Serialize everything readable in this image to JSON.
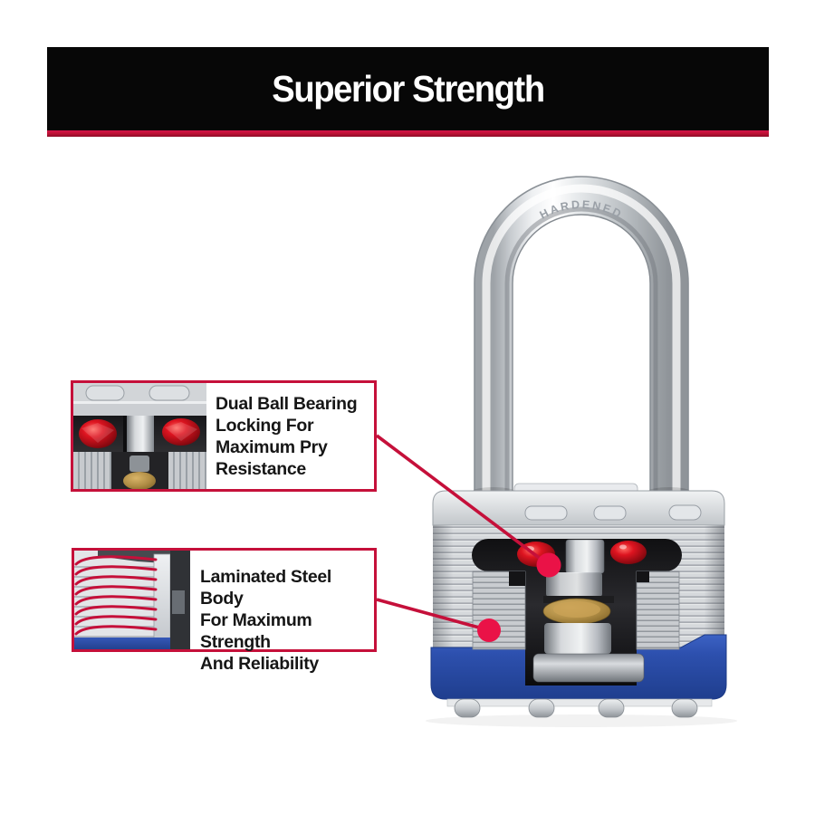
{
  "banner": {
    "title": "Superior Strength"
  },
  "callouts": {
    "dual_ball": {
      "lines": [
        "Dual Ball Bearing",
        "Locking For",
        "Maximum Pry",
        "Resistance"
      ]
    },
    "laminated": {
      "lines": [
        "Laminated Steel Body",
        "For Maximum Strength",
        "And Reliability"
      ]
    }
  },
  "padlock": {
    "shackle_stamp": "HARDENED"
  },
  "colors": {
    "accent_red": "#c5103a",
    "marker_red": "#ea1247",
    "ball_red": "#c00d18",
    "bumper_blue": "#2b4da9",
    "banner_bg": "#070707",
    "banner_strip_red": "#c11236",
    "steel_light": "#d6d9dc",
    "steel_dark": "#a7abb1"
  }
}
